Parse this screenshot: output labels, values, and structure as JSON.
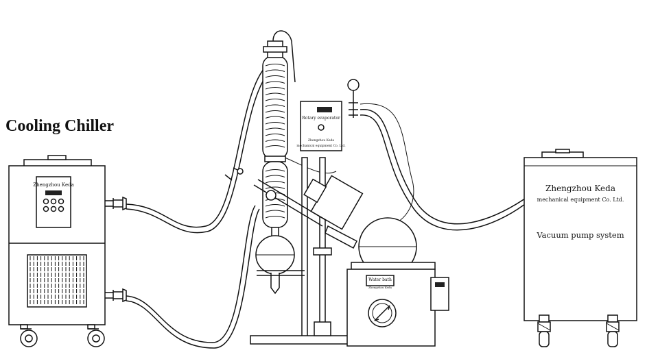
{
  "labels": {
    "chiller_title": "Cooling Chiller",
    "chiller_brand": "Zhengzhou Keda",
    "rotary_title": "Rotary evaporator",
    "rotary_brand_line1": "Zhengzhou Keda",
    "rotary_brand_line2": "mechanical equipment Co. Ltd.",
    "water_bath_title": "Water bath",
    "water_bath_brand": "Zhengzhou Keda",
    "pump_brand_line1": "Zhengzhou Keda",
    "pump_brand_line2": "mechanical equipment Co. Ltd.",
    "pump_title": "Vacuum pump system"
  },
  "colors": {
    "line": "#111111",
    "background": "#ffffff",
    "display": "#222222"
  }
}
